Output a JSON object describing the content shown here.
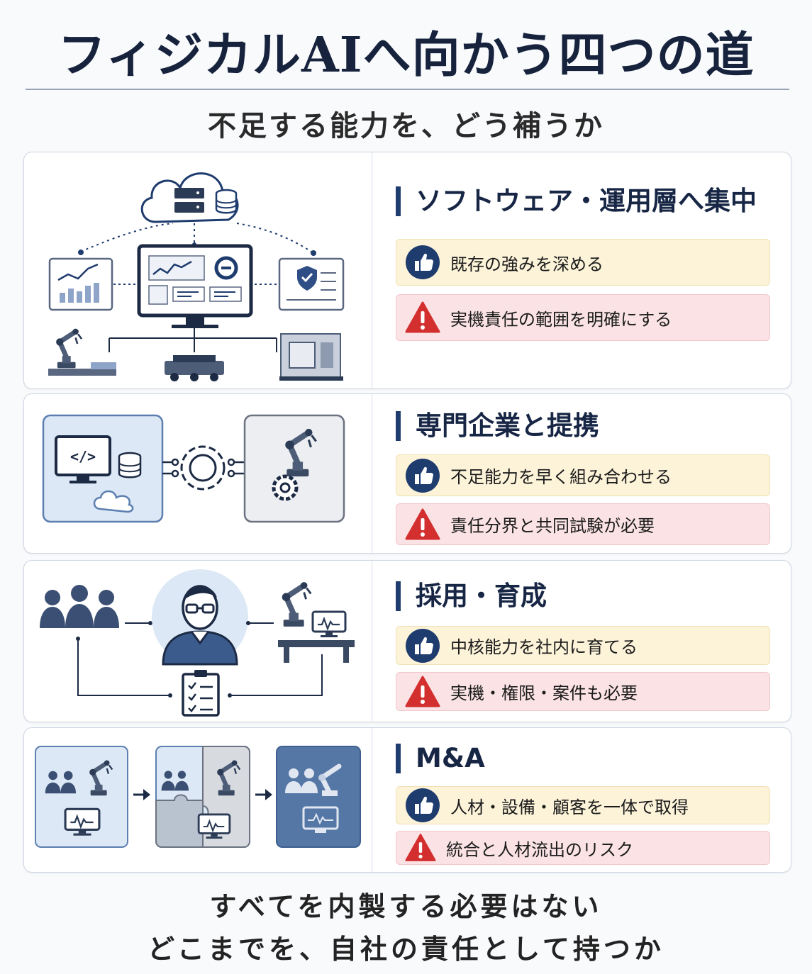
{
  "title": "フィジカルAIへ向かう四つの道",
  "subtitle": "不足する能力を、どう補うか",
  "icons": {
    "pro": "thumbs-up-icon",
    "con": "warning-icon"
  },
  "colors": {
    "navy": "#1f3c6e",
    "pro_bg": "#fcf3d9",
    "con_bg": "#fbe3e5",
    "warning_red": "#d32f2f"
  },
  "paths": [
    {
      "heading": "ソフトウェア・運用層へ集中",
      "pro": "既存の強みを深める",
      "con": "実機責任の範囲を明確にする"
    },
    {
      "heading": "専門企業と提携",
      "pro": "不足能力を早く組み合わせる",
      "con": "責任分界と共同試験が必要"
    },
    {
      "heading": "採用・育成",
      "pro": "中核能力を社内に育てる",
      "con": "実機・権限・案件も必要"
    },
    {
      "heading": "M&A",
      "pro": "人材・設備・顧客を一体で取得",
      "con": "統合と人材流出のリスク"
    }
  ],
  "footer": {
    "line1": "すべてを内製する必要はない",
    "line2": "どこまでを、自社の責任として持つか"
  }
}
